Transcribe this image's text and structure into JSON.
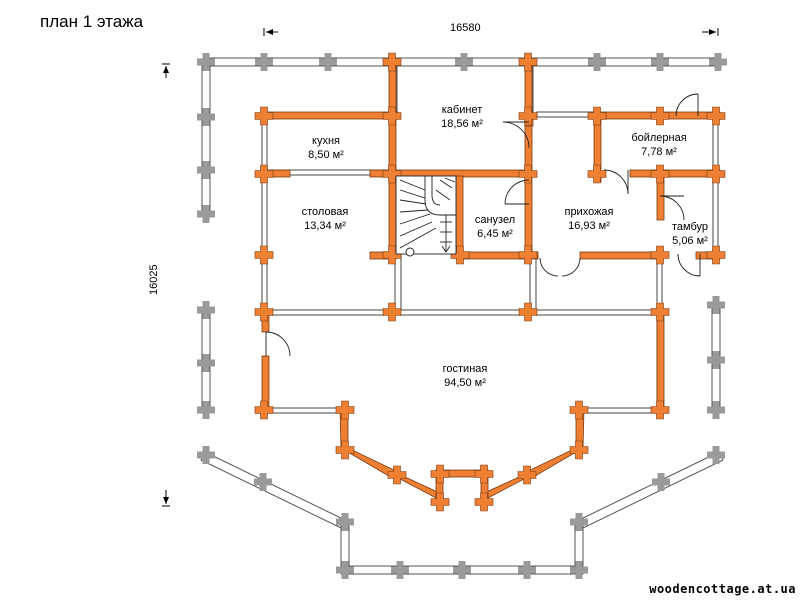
{
  "title": "план 1 этажа",
  "dimension_width": "16580",
  "dimension_depth": "16025",
  "rooms": [
    {
      "name": "кабинет",
      "area": "18,56 м²"
    },
    {
      "name": "кухня",
      "area": "8,50 м²"
    },
    {
      "name": "бойлерная",
      "area": "7,78 м²"
    },
    {
      "name": "столовая",
      "area": "13,34 м²"
    },
    {
      "name": "санузел",
      "area": "6,45 м²"
    },
    {
      "name": "прихожая",
      "area": "16,93 м²"
    },
    {
      "name": "тамбур",
      "area": "5,06 м²"
    },
    {
      "name": "гостиная",
      "area": "94,50 м²"
    }
  ],
  "watermark": "woodencottage.at.ua",
  "colors": {
    "wall": "#ee7f33",
    "terrace": "#9a9a9a",
    "outline": "#333333"
  }
}
